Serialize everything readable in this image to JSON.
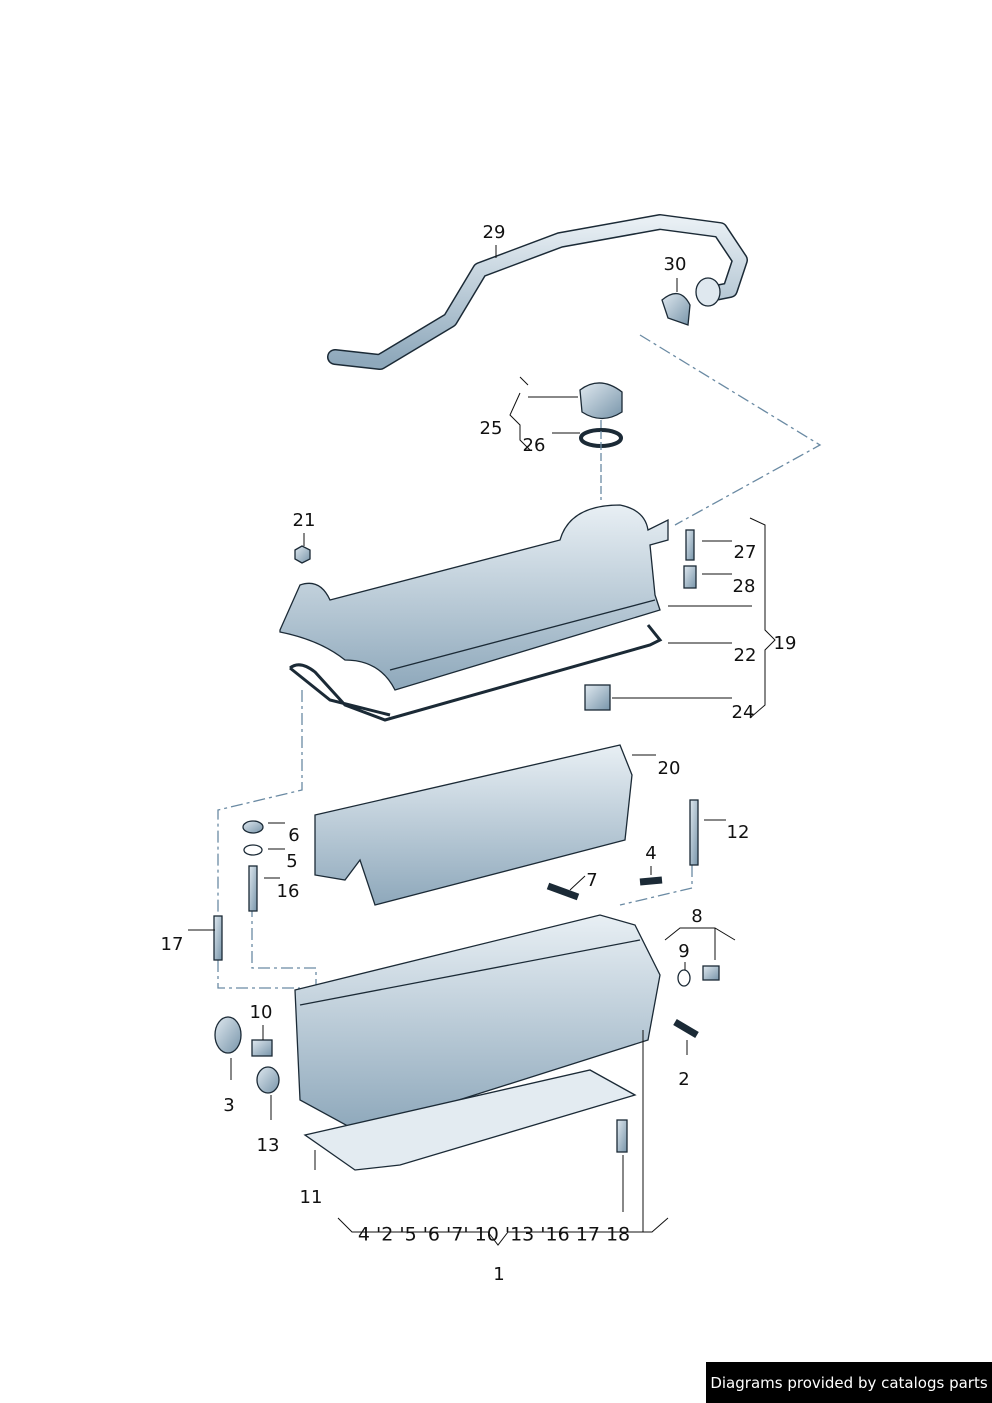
{
  "callouts": {
    "p29": "29",
    "p30": "30",
    "p25": "25",
    "p26": "26",
    "p21": "21",
    "p27": "27",
    "p28": "28",
    "p19": "19",
    "p22": "22",
    "p24": "24",
    "p20": "20",
    "p6": "6",
    "p12": "12",
    "p5": "5",
    "p4": "4",
    "p7": "7",
    "p16": "16",
    "p8": "8",
    "p17": "17",
    "p9": "9",
    "p10": "10",
    "p2": "2",
    "p3": "3",
    "p13": "13",
    "p11": "11",
    "p1": "1"
  },
  "assembly_row": "4 '2 '5 '6 '7' 10 '13 '16   17 18",
  "footer": "Diagrams provided by catalogs parts",
  "colors": {
    "part_fill": "#c9d7e1",
    "part_dark": "#5f7f96",
    "outline": "#1b2a36",
    "dash": "#6a8aa3"
  }
}
